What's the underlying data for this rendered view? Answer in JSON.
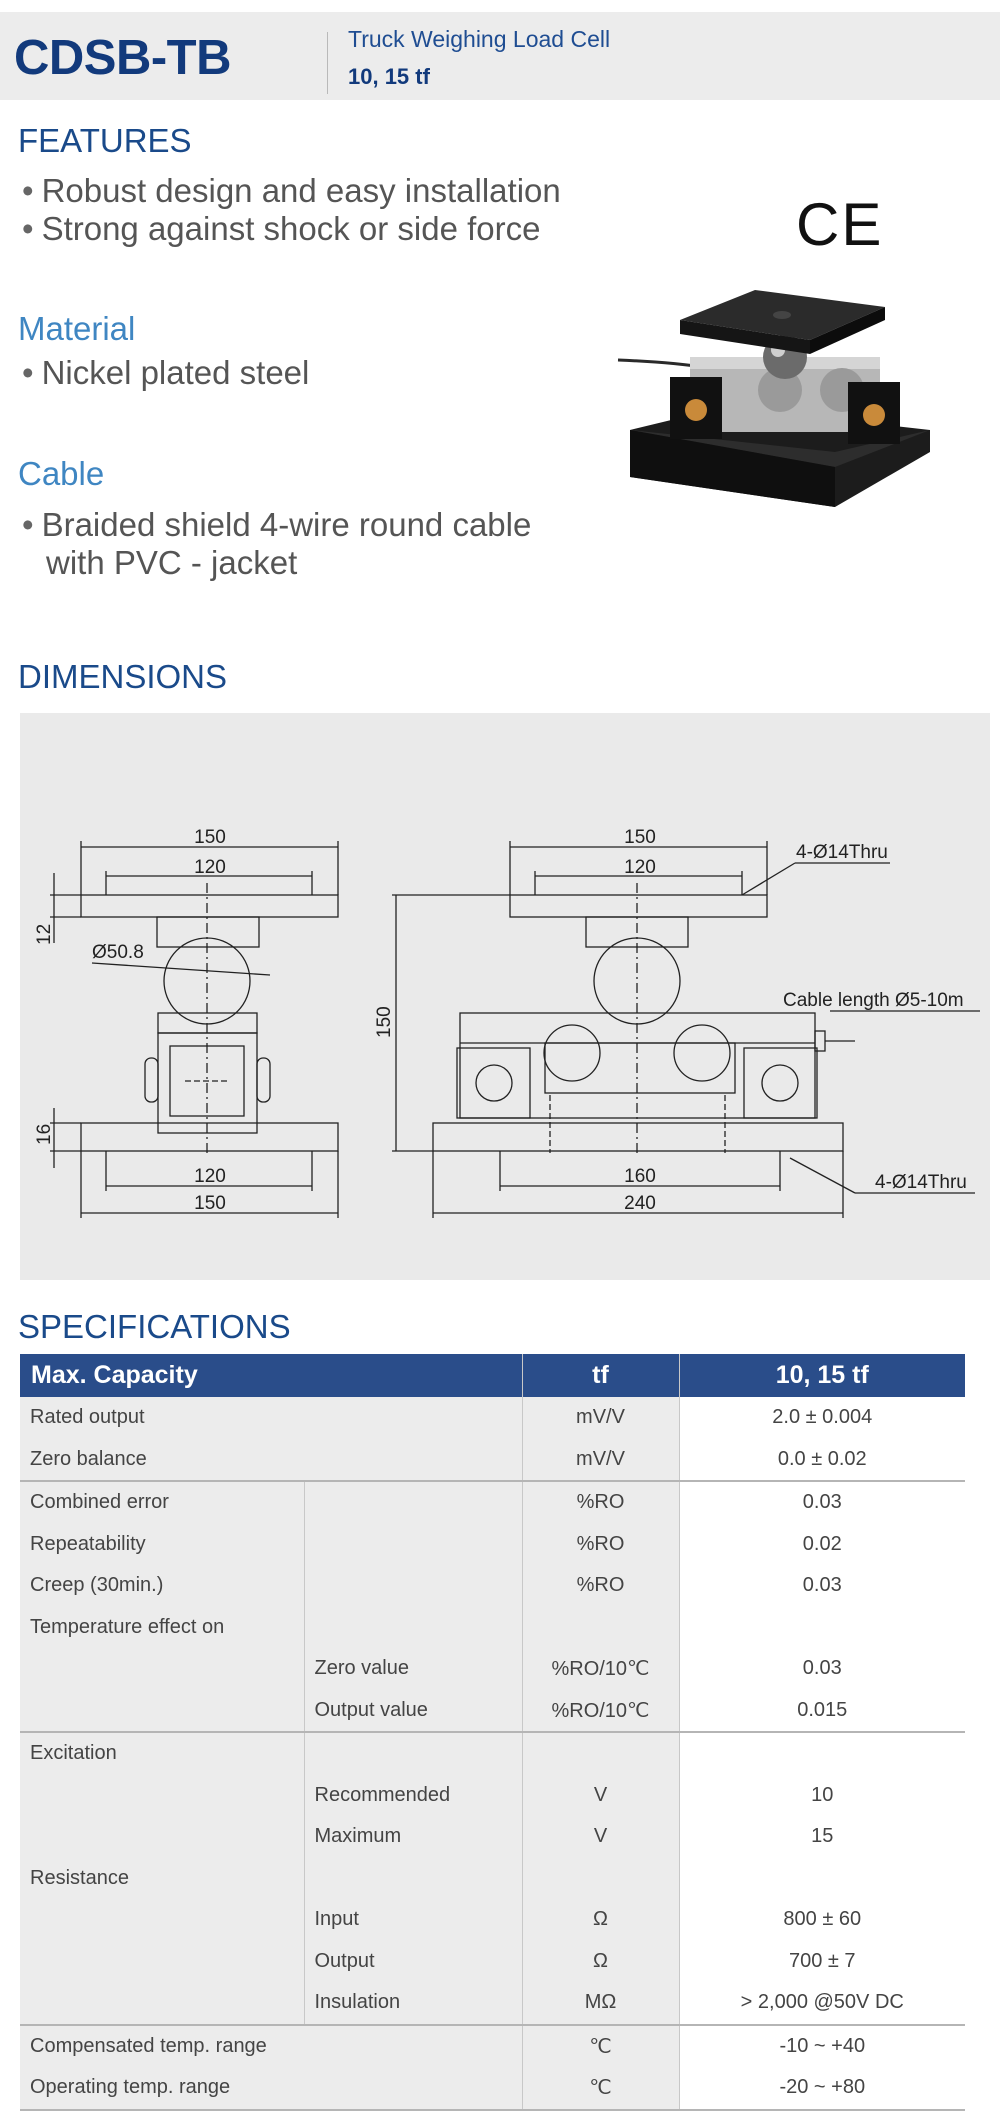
{
  "header": {
    "model": "CDSB-TB",
    "subtitle": "Truck Weighing Load Cell",
    "capacity": "10, 15 tf"
  },
  "features": {
    "title": "FEATURES",
    "items": [
      "Robust design and easy installation",
      "Strong against shock or side force"
    ]
  },
  "material": {
    "title": "Material",
    "items": [
      "Nickel plated steel"
    ]
  },
  "cable": {
    "title": "Cable",
    "line1": "Braided shield 4-wire round cable",
    "line2": "with PVC - jacket"
  },
  "ce_mark": "CE",
  "dimensions": {
    "title": "DIMENSIONS",
    "labels": {
      "left_top_150": "150",
      "left_top_120": "120",
      "left_12": "12",
      "left_ball": "Ø50.8",
      "left_16": "16",
      "left_bot_120": "120",
      "left_bot_150": "150",
      "right_top_150": "150",
      "right_top_120": "120",
      "right_thru_top": "4-Ø14Thru",
      "right_150": "150",
      "cable": "Cable length Ø5-10m",
      "right_thru_bot": "4-Ø14Thru",
      "right_160": "160",
      "right_240": "240"
    }
  },
  "specs": {
    "title": "SPECIFICATIONS",
    "head": {
      "param": "Max. Capacity",
      "unit": "tf",
      "value": "10, 15 tf"
    },
    "rated_output": {
      "label": "Rated output",
      "unit": "mV/V",
      "value": "2.0 ± 0.004"
    },
    "zero_balance": {
      "label": "Zero balance",
      "unit": "mV/V",
      "value": "0.0 ± 0.02"
    },
    "combined_error": {
      "label": "Combined error",
      "unit": "%RO",
      "value": "0.03"
    },
    "repeatability": {
      "label": "Repeatability",
      "unit": "%RO",
      "value": "0.02"
    },
    "creep": {
      "label": "Creep (30min.)",
      "unit": "%RO",
      "value": "0.03"
    },
    "temp_effect": {
      "label": "Temperature effect on"
    },
    "zero_value": {
      "label": "Zero value",
      "unit": "%RO/10℃",
      "value": "0.03"
    },
    "output_value": {
      "label": "Output  value",
      "unit": "%RO/10℃",
      "value": "0.015"
    },
    "excitation": {
      "label": "Excitation"
    },
    "recommended": {
      "label": "Recommended",
      "unit": "V",
      "value": "10"
    },
    "maximum": {
      "label": "Maximum",
      "unit": "V",
      "value": "15"
    },
    "resistance": {
      "label": "Resistance"
    },
    "input": {
      "label": "Input",
      "unit": "Ω",
      "value": "800 ± 60"
    },
    "output": {
      "label": "Output",
      "unit": "Ω",
      "value": "700 ± 7"
    },
    "insulation": {
      "label": "Insulation",
      "unit": "MΩ",
      "value": "> 2,000 @50V DC"
    },
    "comp_temp": {
      "label": "Compensated temp. range",
      "unit": "℃",
      "value": "-10 ~ +40"
    },
    "oper_temp": {
      "label": "Operating temp. range",
      "unit": "℃",
      "value": "-20 ~ +80"
    }
  }
}
